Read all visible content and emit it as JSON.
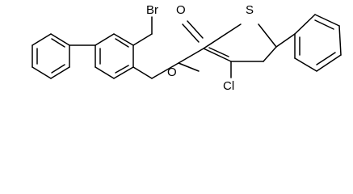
{
  "molecule": {
    "atoms": {
      "br": "Br",
      "o_carbonyl": "O",
      "o_ester": "O",
      "s": "S",
      "cl": "Cl"
    }
  }
}
